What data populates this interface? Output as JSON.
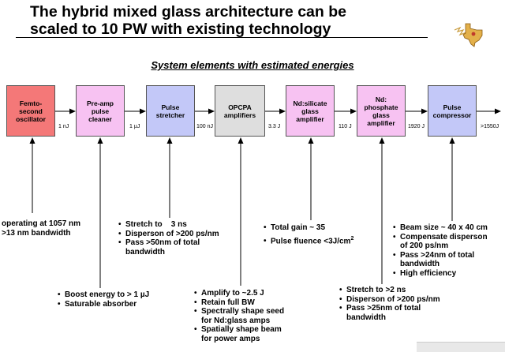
{
  "title": {
    "line1": "The hybrid mixed glass architecture can be",
    "line2": "scaled to 10 PW with existing technology"
  },
  "logo_icon": "texas-state-outline-icon",
  "subtitle": "System elements with estimated energies",
  "colors": {
    "red": "#f47878",
    "pink": "#f7c2f2",
    "blue": "#c3c8f8",
    "gray": "#dedede"
  },
  "stages": [
    {
      "label": "Femto-\nsecond\noscillator",
      "color": "#f47878"
    },
    {
      "label": "Pre-amp\npulse\ncleaner",
      "color": "#f7c2f2"
    },
    {
      "label": "Pulse\nstretcher",
      "color": "#c3c8f8"
    },
    {
      "label": "OPCPA\namplifiers",
      "color": "#dedede"
    },
    {
      "label": "Nd:silicate\nglass\namplifier",
      "color": "#f7c2f2"
    },
    {
      "label": "Nd:\nphosphate\nglass\namplifier",
      "color": "#f7c2f2"
    },
    {
      "label": "Pulse\ncompressor",
      "color": "#c3c8f8"
    }
  ],
  "energies": [
    "1 nJ",
    "1 µJ",
    "100 nJ",
    "3.3 J",
    "110 J",
    "1920 J",
    ">1550J"
  ],
  "notes": {
    "oscillator": [
      "operating at 1057 nm",
      ">13 nm bandwidth"
    ],
    "cleaner": [
      "Boost energy to > 1 µJ",
      "Saturable absorber"
    ],
    "stretcher": [
      "Stretch to    3 ns",
      "Disperson of >200 ps/nm",
      "Pass >50nm of total",
      "bandwidth"
    ],
    "opcpa": [
      "Amplify to ~2.5 J",
      "Retain full BW",
      "Spectrally shape seed",
      "for Nd:glass amps",
      "Spatially shape beam",
      "for power amps"
    ],
    "silicate": [
      "Total gain ~ 35",
      "Pulse fluence <3J/cm",
      "2"
    ],
    "phosphate": [
      "Stretch to >2 ns",
      "Disperson of >200 ps/nm",
      "Pass >25nm of total",
      "bandwidth"
    ],
    "compressor": [
      "Beam size ~ 40 x 40 cm",
      "Compensate disperson",
      "of 200 ps/nm",
      "Pass >24nm of total",
      "bandwidth",
      "High efficiency"
    ]
  }
}
